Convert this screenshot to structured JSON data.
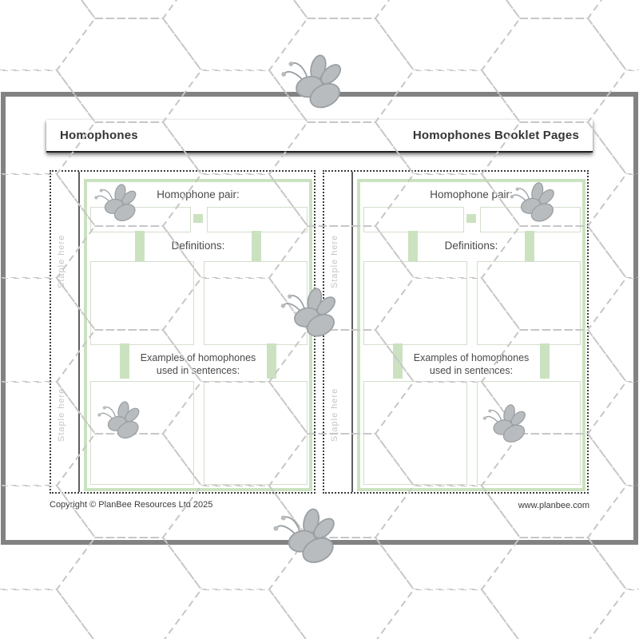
{
  "header": {
    "lesson_title": "Homophones",
    "resource_title": "Homophones Booklet Pages"
  },
  "booklet_page": {
    "staple_label": "Staple here",
    "pair_label": "Homophone pair:",
    "definitions_label": "Definitions:",
    "examples_label_line1": "Examples of homophones",
    "examples_label_line2": "used in sentences:"
  },
  "footer": {
    "copyright": "Copyright © PlanBee Resources Ltd 2025",
    "website": "www.planbee.com"
  },
  "colors": {
    "accent_green": "#cbe2c0",
    "box_border_green": "#d3dfcc",
    "frame_gray": "#828282",
    "bee_gray": "#b9bcbf",
    "hex_line_gray": "#c7c7c7",
    "text_gray": "#4a4a4a"
  }
}
